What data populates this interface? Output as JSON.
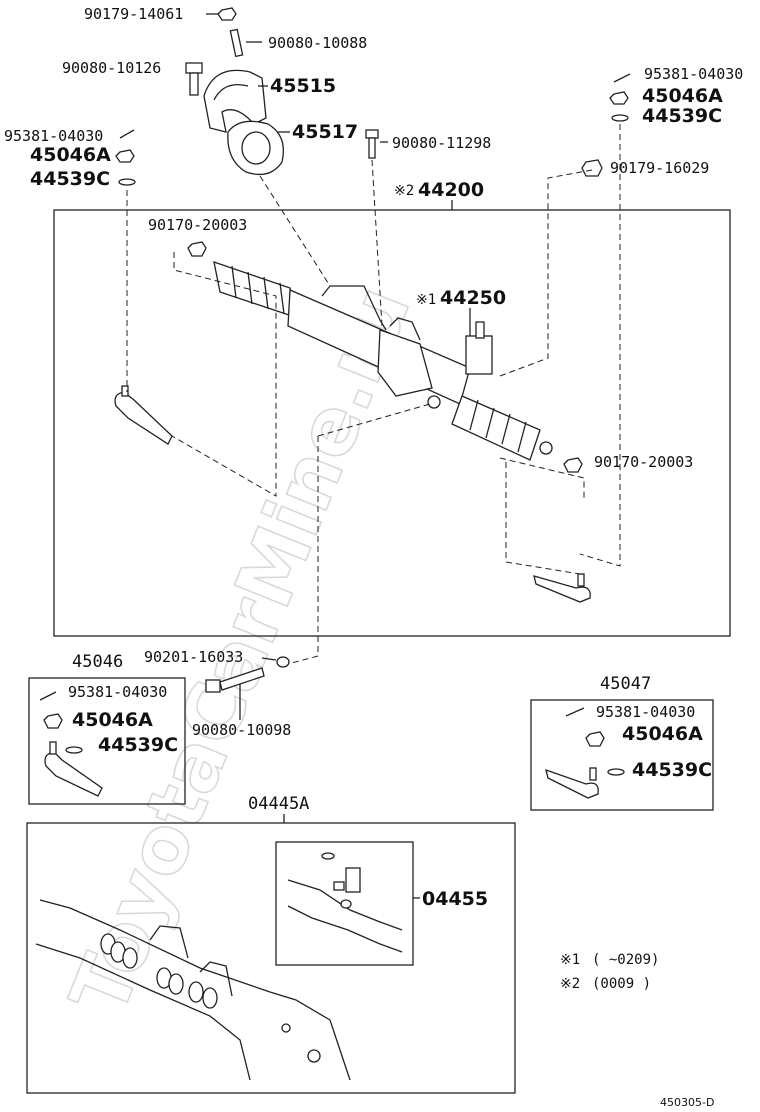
{
  "parts": {
    "p90179_14061": "90179-14061",
    "p90080_10088": "90080-10088",
    "p90080_10126": "90080-10126",
    "p45515": "45515",
    "p45517": "45517",
    "p90080_11298": "90080-11298",
    "p95381_04030_left": "95381-04030",
    "p45046A_left": "45046A",
    "p44539C_left": "44539C",
    "p95381_04030_right": "95381-04030",
    "p45046A_right": "45046A",
    "p44539C_right": "44539C",
    "p90179_16029": "90179-16029",
    "p44200": "44200",
    "p44200_mark": "※2",
    "p90170_20003_top": "90170-20003",
    "p44250": "44250",
    "p44250_mark": "※1",
    "p90170_20003_right": "90170-20003",
    "p90201_16033": "90201-16033",
    "p90080_10098": "90080-10098",
    "p04445A": "04445A",
    "p04455": "04455"
  },
  "box45046": {
    "title": "45046",
    "p95381": "95381-04030",
    "p45046A": "45046A",
    "p44539C": "44539C"
  },
  "box45047": {
    "title": "45047",
    "p95381": "95381-04030",
    "p45046A": "45046A",
    "p44539C": "44539C"
  },
  "notes": {
    "n1_mark": "※1",
    "n1_text": "(      ~0209)",
    "n2_mark": "※2",
    "n2_text": "(0009        )"
  },
  "watermark": "ToyotaCarMine.ru",
  "diagram_code": "450305-D"
}
